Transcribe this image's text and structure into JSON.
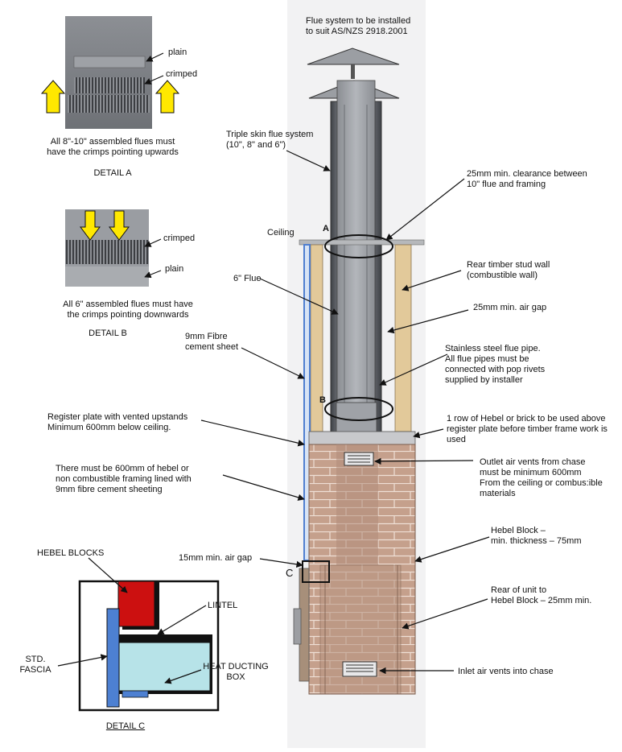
{
  "header": {
    "note": "Flue system to be installed\nto suit AS/NZS 2918.2001"
  },
  "detail_a": {
    "plain": "plain",
    "crimped": "crimped",
    "caption": "All 8\"-10\" assembled flues must\nhave the crimps pointing upwards",
    "title": "DETAIL A"
  },
  "detail_b": {
    "crimped": "crimped",
    "plain": "plain",
    "caption": "All 6\" assembled flues must have\nthe crimps pointing downwards",
    "title": "DETAIL B"
  },
  "detail_c": {
    "hebel_blocks": "HEBEL BLOCKS",
    "lintel": "LINTEL",
    "std_fascia": "STD.\nFASCIA",
    "heat_ducting": "HEAT DUCTING\nBOX",
    "title": "DETAIL C"
  },
  "markers": {
    "a": "A",
    "b": "B",
    "c": "C"
  },
  "callouts": {
    "triple_skin": "Triple skin flue system\n(10\", 8\" and 6\")",
    "clearance": "25mm min. clearance between\n10\" flue and framing",
    "ceiling": "Ceiling",
    "rear_stud": "Rear timber stud wall\n(combustible wall)",
    "six_flue": "6\" Flue",
    "air_gap_25": "25mm min. air gap",
    "fibre_sheet": "9mm Fibre\ncement sheet",
    "stainless": "Stainless steel flue pipe.\nAll flue pipes must be\nconnected with pop rivets\nsupplied by installer",
    "register_plate": "Register plate  with vented upstands\nMinimum 600mm below ceiling.",
    "hebel_row": "1 row of Hebel or brick to be used above\nregister plate before timber frame work is\nused",
    "outlet_vents": "Outlet air vents from chase\nmust be minimum 600mm\nFrom the ceiling or combus:ible\nmaterials",
    "hebel_framing": "There must be 600mm of hebel or\nnon combustible framing lined with\n9mm fibre cement sheeting",
    "hebel_thickness": "Hebel Block –\nmin. thickness – 75mm",
    "air_gap_15": "15mm min. air gap",
    "rear_unit": "Rear of unit to\nHebel Block – 25mm min.",
    "inlet_vents": "Inlet air vents into chase"
  },
  "colors": {
    "timber": "#e2c99a",
    "brick": "#c7a08a",
    "brick_line": "#f1e2d8",
    "flue": "#8f9298",
    "flue_dark": "#4a4d52",
    "fibre_sheet": "#4f7fd0",
    "arrow_yellow": "#ffe800",
    "hebel_red": "#cc1010",
    "fascia_blue": "#4d80d2",
    "duct_cyan": "#b7e3e8"
  }
}
